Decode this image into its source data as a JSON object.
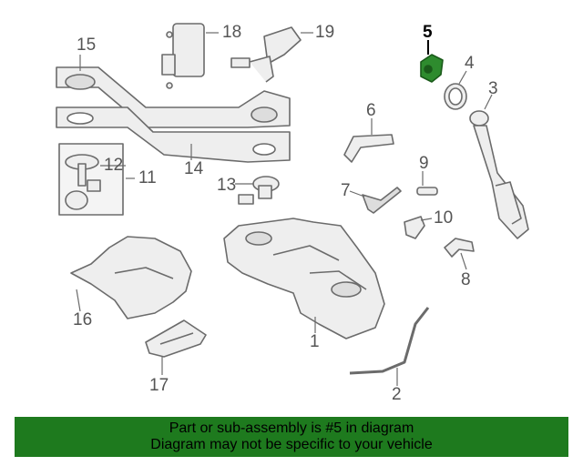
{
  "colors": {
    "line": "#6b6b6b",
    "fill": "#e9e9e9",
    "highlight_part": "#2e8b2e",
    "banner": "#1e7a1e"
  },
  "highlighted_part": "5",
  "callouts": {
    "p1": "1",
    "p2": "2",
    "p3": "3",
    "p4": "4",
    "p5": "5",
    "p6": "6",
    "p7": "7",
    "p8": "8",
    "p9": "9",
    "p10": "10",
    "p11": "11",
    "p12": "12",
    "p13": "13",
    "p14": "14",
    "p15": "15",
    "p16": "16",
    "p17": "17",
    "p18": "18",
    "p19": "19"
  },
  "banner": {
    "line1": "Part or sub-assembly is #5 in diagram",
    "line2": "Diagram may not be specific to your vehicle"
  }
}
